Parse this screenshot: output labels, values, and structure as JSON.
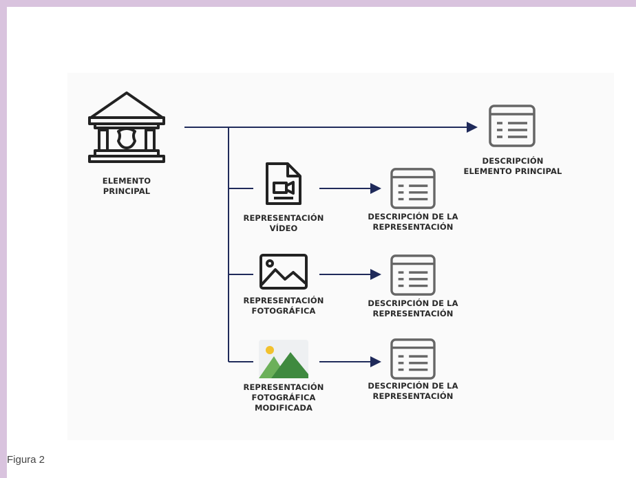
{
  "caption": "Figura 2",
  "main": {
    "label_line1": "ELEMENTO",
    "label_line2": "PRINCIPAL",
    "description_line1": "DESCRIPCIÓN",
    "description_line2": "ELEMENTO PRINCIPAL"
  },
  "rows": [
    {
      "icon": "video-file-icon",
      "label_lines": [
        "REPRESENTACIÓN",
        "VÍDEO"
      ],
      "description_lines": [
        "DESCRIPCIÓN DE LA",
        "REPRESENTACIÓN"
      ]
    },
    {
      "icon": "photo-icon",
      "label_lines": [
        "REPRESENTACIÓN",
        "FOTOGRÁFICA"
      ],
      "description_lines": [
        "DESCRIPCIÓN DE LA",
        "REPRESENTACIÓN"
      ]
    },
    {
      "icon": "modified-photo-icon",
      "label_lines": [
        "REPRESENTACIÓN",
        "FOTOGRÁFICA",
        "MODIFICADA"
      ],
      "description_lines": [
        "DESCRIPCIÓN DE LA",
        "REPRESENTACIÓN"
      ]
    }
  ],
  "colors": {
    "border": "#d9c3de",
    "connector": "#1f2a5a",
    "icon_stroke": "#222222",
    "doc_stroke": "#666666",
    "mountain_dark": "#3f8a3f",
    "mountain_light": "#6cb05a",
    "sun": "#f2c12e"
  }
}
